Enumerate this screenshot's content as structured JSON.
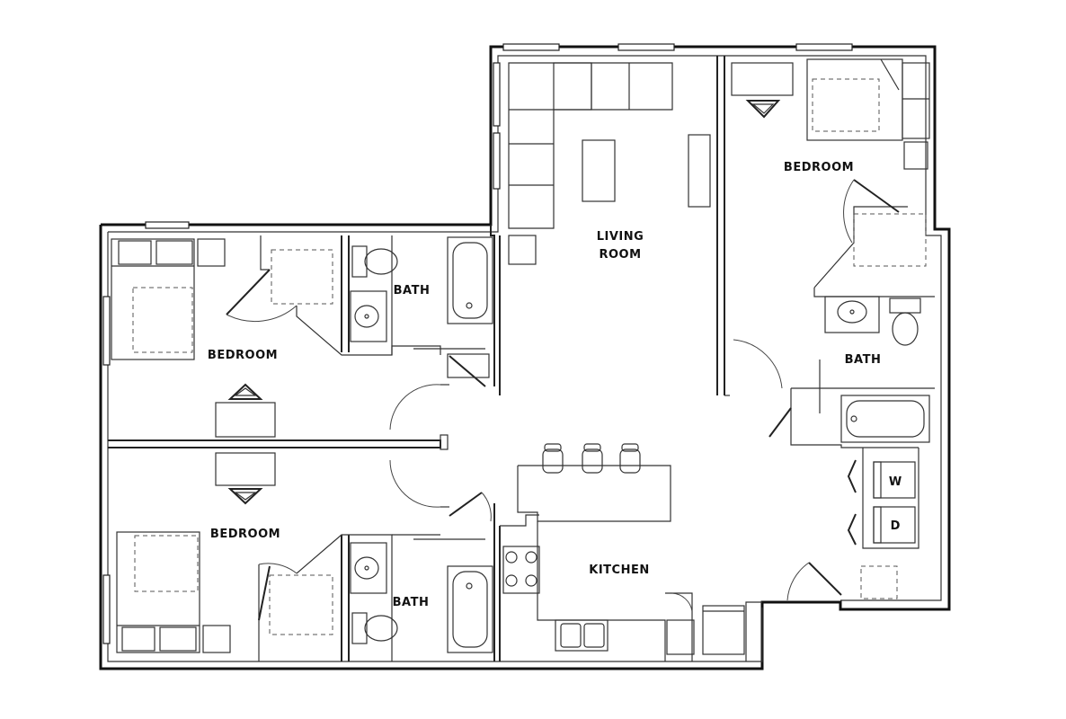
{
  "rooms": {
    "living_line1": "LIVING",
    "living_line2": "ROOM",
    "bedroom_top_right": "BEDROOM",
    "bath_right": "BATH",
    "bedroom_left_top": "BEDROOM",
    "bath_left_top": "BATH",
    "bedroom_left_bottom": "BEDROOM",
    "bath_left_bottom": "BATH",
    "kitchen": "KITCHEN"
  },
  "appliances": {
    "washer": "W",
    "dryer": "D"
  }
}
